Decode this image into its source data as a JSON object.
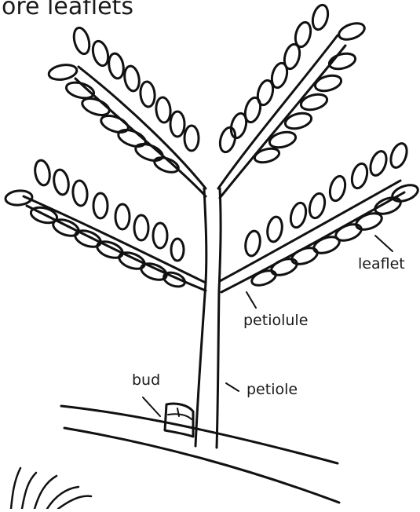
{
  "title": "ore leaflets",
  "labels": {
    "leaflet": "leaflet",
    "petiolule": "petiolule",
    "bud": "bud",
    "petiole": "petiole"
  }
}
